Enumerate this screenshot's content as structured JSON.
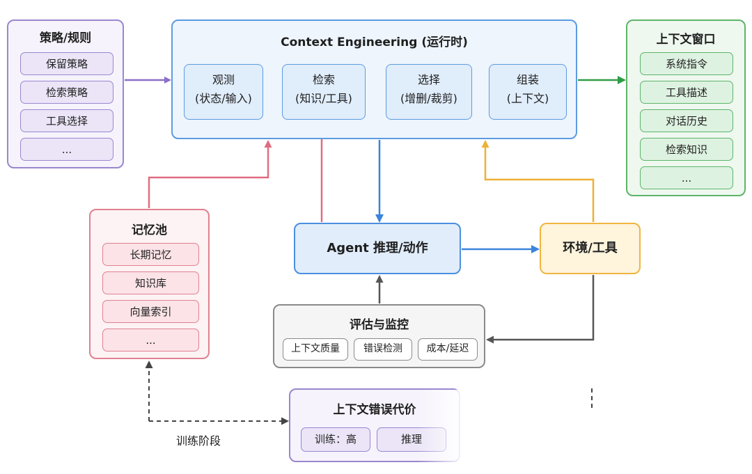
{
  "policy": {
    "title": "策略/规则",
    "items": [
      "保留策略",
      "检索策略",
      "工具选择",
      "..."
    ]
  },
  "context_engineering": {
    "title": "Context Engineering (运行时)",
    "stages": [
      {
        "name": "观测",
        "detail": "(状态/输入)"
      },
      {
        "name": "检索",
        "detail": "(知识/工具)"
      },
      {
        "name": "选择",
        "detail": "(增删/裁剪)"
      },
      {
        "name": "组装",
        "detail": "(上下文)"
      }
    ]
  },
  "context_window": {
    "title": "上下文窗口",
    "items": [
      "系统指令",
      "工具描述",
      "对话历史",
      "检索知识",
      "..."
    ]
  },
  "memory_pool": {
    "title": "记忆池",
    "items": [
      "长期记忆",
      "知识库",
      "向量索引",
      "..."
    ]
  },
  "agent": {
    "label": "Agent 推理/动作"
  },
  "environment": {
    "label": "环境/工具"
  },
  "evaluation": {
    "title": "评估与监控",
    "items": [
      "上下文质量",
      "错误检测",
      "成本/延迟"
    ]
  },
  "cost": {
    "title": "上下文错误代价",
    "items": [
      "训练：高",
      "推理"
    ]
  },
  "training_stage": {
    "label": "训练阶段"
  },
  "colors": {
    "purple": "#9a86cf",
    "blue": "#4a8fe0",
    "green": "#3fa34f",
    "red": "#e0818f",
    "orange": "#f0b540",
    "gray": "#555555"
  }
}
